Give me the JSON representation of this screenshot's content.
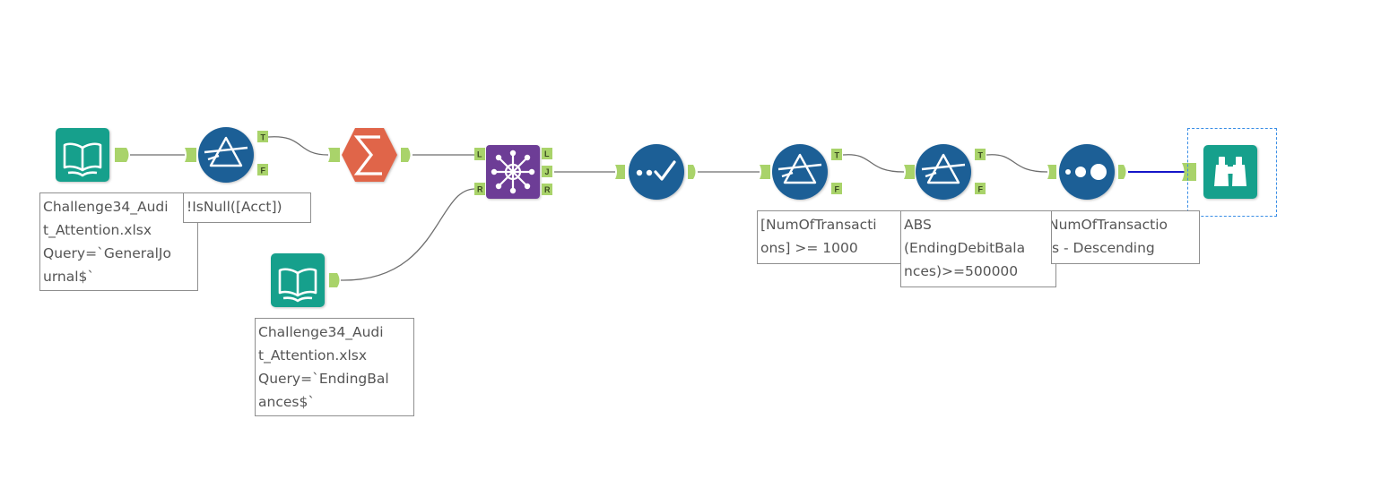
{
  "canvas": {
    "background": "#ffffff",
    "connection_color": "#6e6e6e",
    "selected_connection_color": "#1515c8"
  },
  "colors": {
    "input": "#17a08c",
    "filter": "#1b5e96",
    "summarize": "#e06548",
    "join": "#6d3e96",
    "select": "#1b5e96",
    "sort": "#1b5e96",
    "browse": "#17a08c",
    "anchor": "#a9d36a"
  },
  "tools": {
    "input1": {
      "icon": "book-icon"
    },
    "filter1": {
      "icon": "filter-funnel-icon"
    },
    "summarize": {
      "icon": "sigma-icon"
    },
    "join": {
      "icon": "join-nodes-icon"
    },
    "input2": {
      "icon": "book-icon"
    },
    "select": {
      "icon": "checkmark-dots-icon"
    },
    "filter2": {
      "icon": "filter-funnel-icon"
    },
    "filter3": {
      "icon": "filter-funnel-icon"
    },
    "sort": {
      "icon": "sort-dots-icon"
    },
    "browse": {
      "icon": "binoculars-icon"
    }
  },
  "anchors": {
    "true": "T",
    "false": "F",
    "left": "L",
    "right": "R",
    "join": "J"
  },
  "annotations": {
    "input1": "Challenge34_Audi\nt_Attention.xlsx\nQuery=`GeneralJo\nurnal$`",
    "filter1": "!IsNull([Acct])",
    "input2": "Challenge34_Audi\nt_Attention.xlsx\nQuery=`EndingBal\nances$`",
    "filter2": "[NumOfTransacti\nons] >= 1000",
    "filter3": "ABS\n(EndingDebitBala\nnces)>=500000",
    "sort": "NumOfTransactio\ns - Descending"
  }
}
